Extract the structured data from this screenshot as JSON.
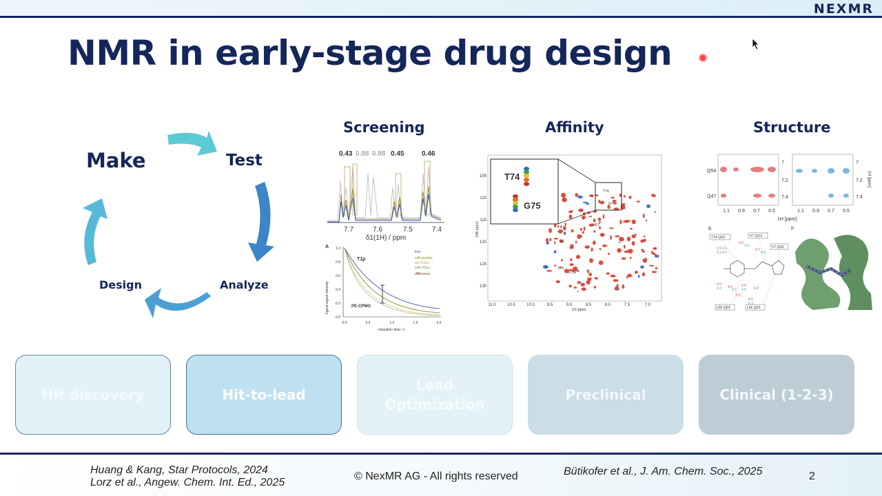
{
  "slide": {
    "logo": "NEXMR",
    "title": "NMR in early-stage drug design",
    "page_number": "2",
    "copyright": "© NexMR AG - All rights reserved"
  },
  "cycle": {
    "make": "Make",
    "test": "Test",
    "analyze": "Analyze",
    "design": "Design"
  },
  "sections": {
    "screening": {
      "title": "Screening",
      "values": [
        "0.43",
        "0.88",
        "0.88",
        "0.45",
        "0.46"
      ],
      "xticks": [
        "7.7",
        "7.6",
        "7.5",
        "7.4"
      ],
      "xlabel": "δ1(1H) / ppm",
      "decay_panel": "A",
      "decay_label": "T1ρ",
      "decay_method": "PE-CPMG",
      "decay_ylabel": "ligand signal intensity",
      "decay_xlabel": "relaxation time / s",
      "decay_xticks": [
        "0.0",
        "0.5",
        "1.0",
        "1.5",
        "2.0"
      ],
      "decay_yticks": [
        "1.0",
        "0.8",
        "0.6",
        "0.4",
        "0.2",
        "0.0"
      ],
      "legend": [
        "free",
        "with protein",
        "w/o R2ex",
        "with R2ex",
        "difference"
      ]
    },
    "affinity": {
      "title": "Affinity",
      "peak_labels": [
        "T74",
        "G75"
      ],
      "inset_labels": [
        "T74",
        "G75"
      ],
      "residue_labels": [
        "M67",
        "V9",
        "L8",
        "L79",
        "L56"
      ],
      "yticks": [
        "105",
        "110",
        "115",
        "120",
        "125",
        "130"
      ],
      "xticks": [
        "11.0",
        "10.5",
        "10.0",
        "9.5",
        "9.0",
        "8.5",
        "8.0",
        "7.5",
        "7.0"
      ],
      "xlabel": "1H (ppm)",
      "ylabel": "15N (ppm)"
    },
    "structure": {
      "title": "Structure",
      "row_labels": [
        "Q54",
        "Q47"
      ],
      "yticks": [
        "7",
        "7.2",
        "7.4"
      ],
      "xticks_left": [
        "1.1",
        "0.9",
        "0.7",
        "0.5"
      ],
      "xticks_right": [
        "1.1",
        "0.9",
        "0.7",
        "0.5"
      ],
      "ylabel": "1H [ppm]",
      "xlabel": "1H [ppm]",
      "panel_e": "E",
      "panel_f": "F",
      "boxes": [
        "T74 QG2",
        "V7 QG2",
        "V7 QG1",
        "L56 QD2",
        "L56 QD1"
      ]
    }
  },
  "stages": [
    {
      "label": "Hit discovery",
      "bg": "#e3f1f9",
      "border": "#5b86a6",
      "text": "#f4f9fc"
    },
    {
      "label": "Hit-to-lead",
      "bg": "#bfe0f0",
      "border": "#456e8a",
      "text": "#ffffff"
    },
    {
      "label": "Lead Optimization",
      "bg": "#e4f2f8",
      "border": "#c9e2ee",
      "text": "#f6fbfd"
    },
    {
      "label": "Preclinical",
      "bg": "#cbdde6",
      "border": "#cbdde6",
      "text": "#f2f7fa"
    },
    {
      "label": "Clinical (1-2-3)",
      "bg": "#bccdd6",
      "border": "#bccdd6",
      "text": "#f4f8fa"
    }
  ],
  "citations": {
    "left_line1": "Huang & Kang, Star Protocols, 2024",
    "left_line2": "Lorz et al., Angew. Chem. Int. Ed., 2025",
    "right": "Bütikofer et al., J. Am. Chem. Soc., 2025"
  },
  "colors": {
    "navy": "#14265a",
    "arrow_light": "#5cc9d6",
    "arrow_mid": "#4aa3cf",
    "arrow_dark": "#3a7fc1"
  }
}
